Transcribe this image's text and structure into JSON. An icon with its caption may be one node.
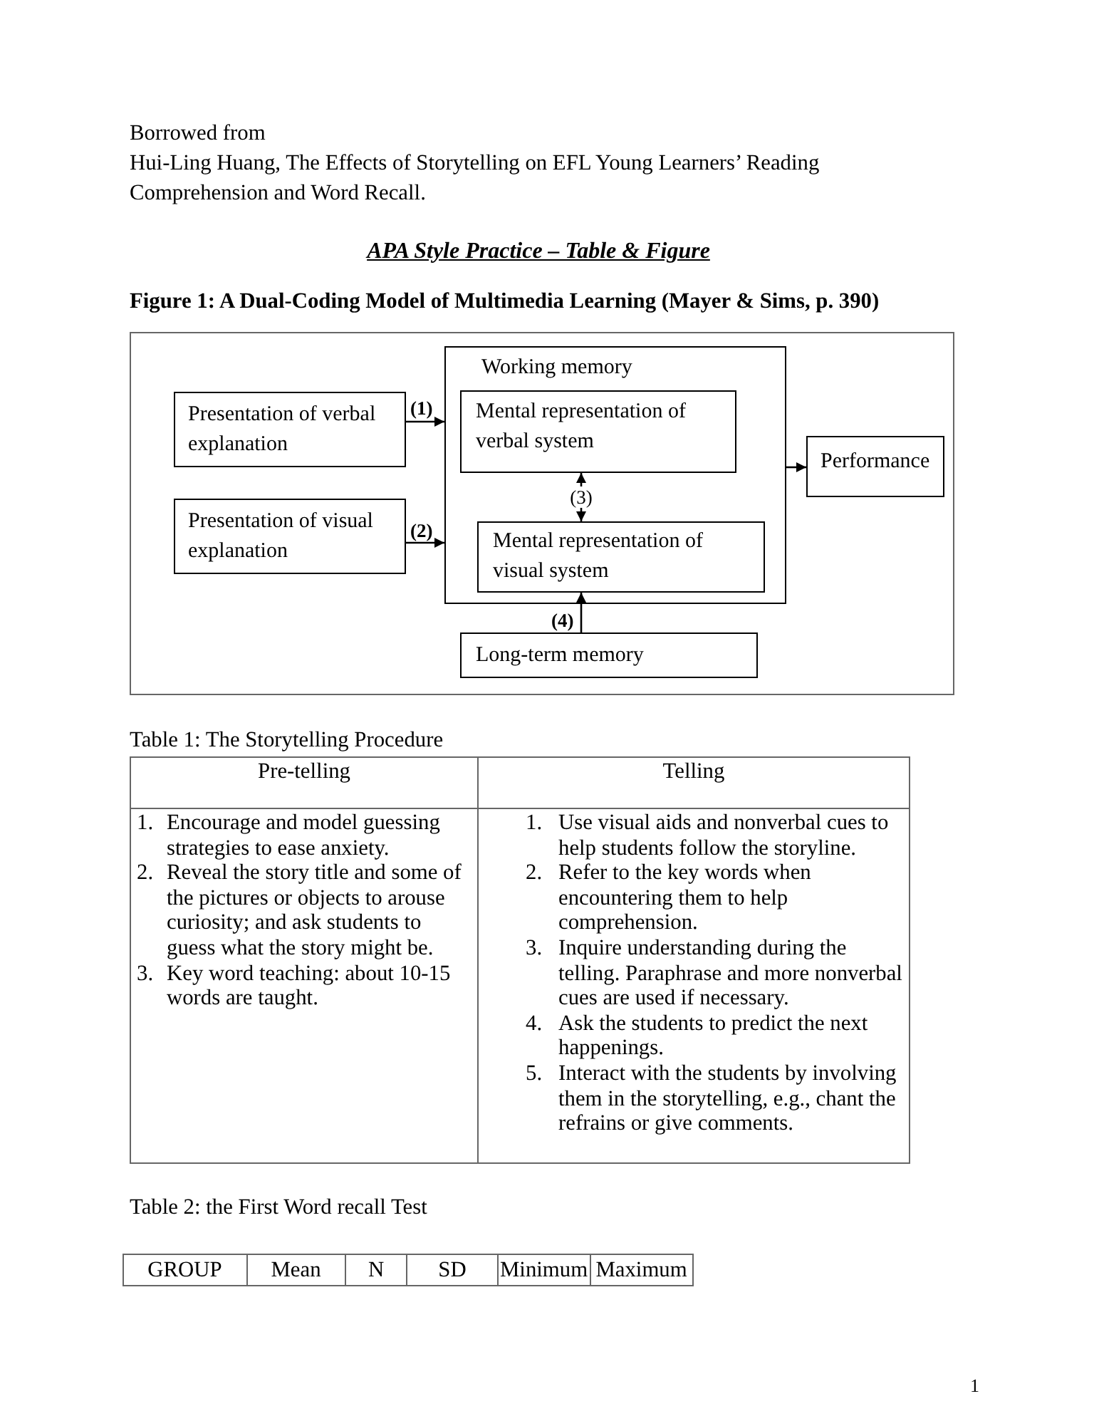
{
  "diagram": {
    "title": "APA Style Practice – Table & Figure",
    "caption": "Figure 1: A Dual-Coding Model of Multimedia Learning (Mayer & Sims, p. 390)",
    "nodes": [
      {
        "text": [
          "Working memory"
        ]
      },
      {
        "text": [
          "Presentation of verbal explanation"
        ]
      },
      {
        "text": [
          "Mental representation of verbal system"
        ],
        "in": 0
      },
      {
        "text": [
          "Performance"
        ]
      },
      {
        "text": [
          "Presentation of visual explanation"
        ]
      },
      {
        "text": [
          "Mental representation of visual system"
        ],
        "in": 0
      },
      {
        "text": [
          "Long-term memory"
        ]
      }
    ],
    "edges": [
      {
        "from": 1,
        "to": 0,
        "arrow": "to",
        "label": "(1)"
      },
      {
        "from": 4,
        "to": 0,
        "arrow": "to",
        "label": "(2)"
      },
      {
        "from": 2,
        "to": 5,
        "arrow": "both",
        "label": "(3)"
      },
      {
        "from": 6,
        "to": 5,
        "arrow": "to",
        "label": "(4)"
      },
      {
        "from": 0,
        "to": 3,
        "arrow": "to"
      }
    ],
    "labels": [
      "Borrowed from",
      "Hui-Ling Huang, The Effects of Storytelling on EFL Young Learners’ Reading Comprehension and Word Recall.",
      "Table 1: The Storytelling Procedure",
      "Pre-telling",
      "Telling",
      "1. Encourage and model guessing strategies to ease anxiety.",
      "2. Reveal the story title and some of the pictures or objects to arouse curiosity; and ask students to guess what the story might be.",
      "3. Key word teaching: about 10-15 words are taught.",
      "1. Use visual aids and nonverbal cues to help students follow the storyline.",
      "2. Refer to the key words when encountering them to help comprehension.",
      "3. Inquire understanding during the telling. Paraphrase and more nonverbal cues are used if necessary.",
      "4. Ask the students to predict the next happenings.",
      "5. Interact with the students by involving them in the storytelling, e.g., chant the refrains or give comments.",
      "Table 2: the First Word recall Test",
      "GROUP",
      "Mean",
      "N",
      "SD",
      "Minimum",
      "Maximum",
      "1"
    ]
  }
}
